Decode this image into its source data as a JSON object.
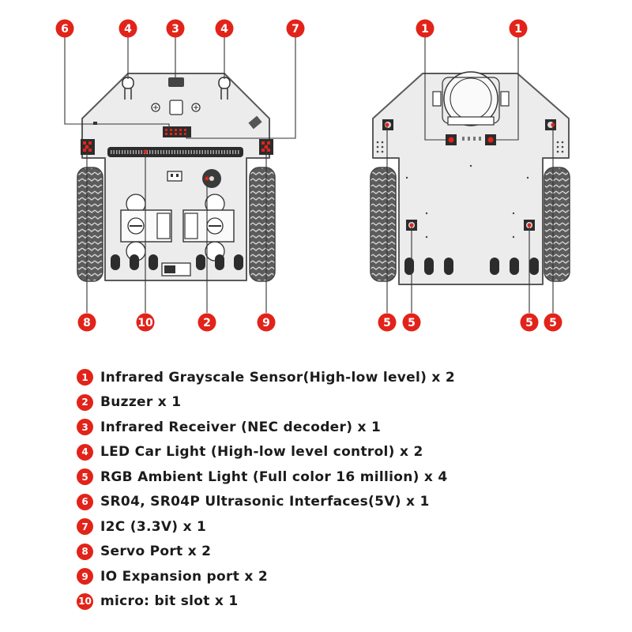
{
  "colors": {
    "marker": "#e2231a",
    "board": "#ececec",
    "board_edge": "#5a5a5a",
    "tire": "#5c5c5c"
  },
  "markers": {
    "front_top": [
      "6",
      "4",
      "3",
      "4",
      "7"
    ],
    "front_bottom": [
      "8",
      "10",
      "2",
      "9"
    ],
    "back_top": [
      "1",
      "1"
    ],
    "back_bottom": [
      "5",
      "5",
      "5",
      "5"
    ]
  },
  "legend": [
    {
      "num": "1",
      "label": "Infrared Grayscale Sensor(High-low level) x 2"
    },
    {
      "num": "2",
      "label": "Buzzer x 1"
    },
    {
      "num": "3",
      "label": "Infrared Receiver (NEC decoder) x 1"
    },
    {
      "num": "4",
      "label": "LED Car Light (High-low level control) x 2"
    },
    {
      "num": "5",
      "label": "RGB Ambient Light (Full color 16 million) x 4"
    },
    {
      "num": "6",
      "label": "SR04, SR04P Ultrasonic Interfaces(5V) x 1"
    },
    {
      "num": "7",
      "label": "I2C (3.3V) x 1"
    },
    {
      "num": "8",
      "label": "Servo Port x 2"
    },
    {
      "num": "9",
      "label": "IO Expansion port x 2"
    },
    {
      "num": "10",
      "label": "micro: bit slot x 1"
    }
  ]
}
